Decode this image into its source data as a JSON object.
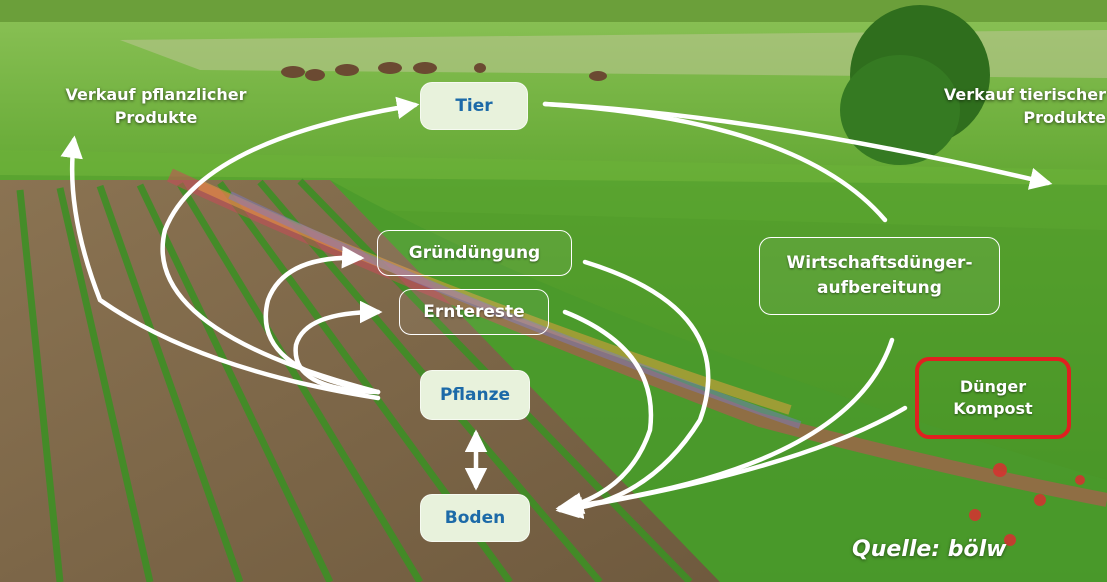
{
  "nodes": {
    "tier": "Tier",
    "gruenduengung": "Gründüngung",
    "erntereste": "Erntereste",
    "pflanze": "Pflanze",
    "boden": "Boden",
    "wirtschaftsduenger": [
      "Wirtschaftsdünger-",
      "aufbereitung"
    ],
    "duenger_kompost": [
      "Dünger",
      "Kompost"
    ]
  },
  "labels": {
    "verkauf_pflanzlich": [
      "Verkauf pflanzlicher",
      "Produkte"
    ],
    "verkauf_tierisch": [
      "Verkauf tierischer",
      "Produkte"
    ]
  },
  "source": "Quelle: bölw",
  "colors": {
    "node_fill": "#e8f2dc",
    "node_text": "#1c6aa8",
    "arrow": "#ffffff",
    "highlight": "#e02020"
  }
}
